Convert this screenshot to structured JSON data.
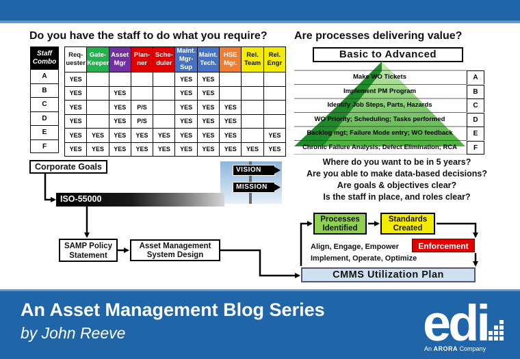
{
  "questions": {
    "left": "Do you have the staff to do what you require?",
    "right": "Are processes delivering value?"
  },
  "staff_table": {
    "combo_header": "Staff Combo",
    "combos": [
      "A",
      "B",
      "C",
      "D",
      "E",
      "F"
    ],
    "roles": [
      {
        "line1": "Req-",
        "line2": "uester",
        "color": "#ffffff",
        "text_color": "#111111"
      },
      {
        "line1": "Gate-",
        "line2": "Keeper",
        "color": "#22b14c",
        "text_color": "#ffffff"
      },
      {
        "line1": "Asset",
        "line2": "Mgr",
        "color": "#7030a0",
        "text_color": "#ffffff"
      },
      {
        "line1": "Plan-",
        "line2": "ner",
        "color": "#e00000",
        "text_color": "#ffffff"
      },
      {
        "line1": "Sche-",
        "line2": "duler",
        "color": "#e00000",
        "text_color": "#ffffff"
      },
      {
        "line1": "Maint.",
        "line2": "Mgr-Sup",
        "color": "#4472c4",
        "text_color": "#ffffff"
      },
      {
        "line1": "Maint.",
        "line2": "Tech.",
        "color": "#4472c4",
        "text_color": "#ffffff"
      },
      {
        "line1": "HSE",
        "line2": "Mgr.",
        "color": "#ed7d31",
        "text_color": "#ffffff"
      },
      {
        "line1": "Rel.",
        "line2": "Team",
        "color": "#f4ec00",
        "text_color": "#111111"
      },
      {
        "line1": "Rel.",
        "line2": "Engr",
        "color": "#f4ec00",
        "text_color": "#111111"
      }
    ],
    "rows": [
      [
        "YES",
        "",
        "",
        "",
        "",
        "YES",
        "YES",
        "",
        "",
        ""
      ],
      [
        "YES",
        "",
        "YES",
        "",
        "",
        "YES",
        "YES",
        "",
        "",
        ""
      ],
      [
        "YES",
        "",
        "YES",
        "P/S",
        "",
        "YES",
        "YES",
        "YES",
        "",
        ""
      ],
      [
        "YES",
        "",
        "YES",
        "P/S",
        "",
        "YES",
        "YES",
        "YES",
        "",
        ""
      ],
      [
        "YES",
        "YES",
        "YES",
        "YES",
        "YES",
        "YES",
        "YES",
        "YES",
        "",
        "YES"
      ],
      [
        "YES",
        "YES",
        "YES",
        "YES",
        "YES",
        "YES",
        "YES",
        "YES",
        "YES",
        "YES"
      ]
    ]
  },
  "maturity": {
    "title": "Basic to Advanced",
    "levels": [
      {
        "letter": "A",
        "text": "Make WO Tickets"
      },
      {
        "letter": "B",
        "text": "Implement PM Program"
      },
      {
        "letter": "C",
        "text": "Identify Job Steps, Parts, Hazards"
      },
      {
        "letter": "D",
        "text": "WO Priority; Scheduling; Tasks performed"
      },
      {
        "letter": "E",
        "text": "Backlog mgt; Failure Mode entry; WO feedback"
      },
      {
        "letter": "F",
        "text": "Chronic Failure Analysis; Defect Elimination; RCA"
      }
    ],
    "colors": {
      "light": "#c6ecb0",
      "dark": "#1f8a2a",
      "mid": "#4caf3c"
    }
  },
  "reflection_questions": [
    "Where do you want to be in 5 years?",
    "Are you able to make data-based decisions?",
    "Are goals & objectives clear?",
    "Is the staff in place, and roles clear?"
  ],
  "flow": {
    "corporate_goals": "Corporate Goals",
    "iso": "ISO-55000",
    "vision": "VISION",
    "mission": "MISSION",
    "samp_line1": "SAMP Policy",
    "samp_line2": "Statement",
    "ams_line1": "Asset Management",
    "ams_line2": "System Design",
    "processes_line1": "Processes",
    "processes_line2": "Identified",
    "standards_line1": "Standards",
    "standards_line2": "Created",
    "enforcement": "Enforcement",
    "align": "Align, Engage, Empower",
    "implement": "Implement, Operate, Optimize",
    "cmms": "CMMS Utilization Plan"
  },
  "footer": {
    "title": "An Asset Management Blog Series",
    "author": "by John Reeve",
    "logo_text": "edi",
    "logo_sub_prefix": "An",
    "logo_sub_brand": "ARORA",
    "logo_sub_suffix": "Company"
  }
}
